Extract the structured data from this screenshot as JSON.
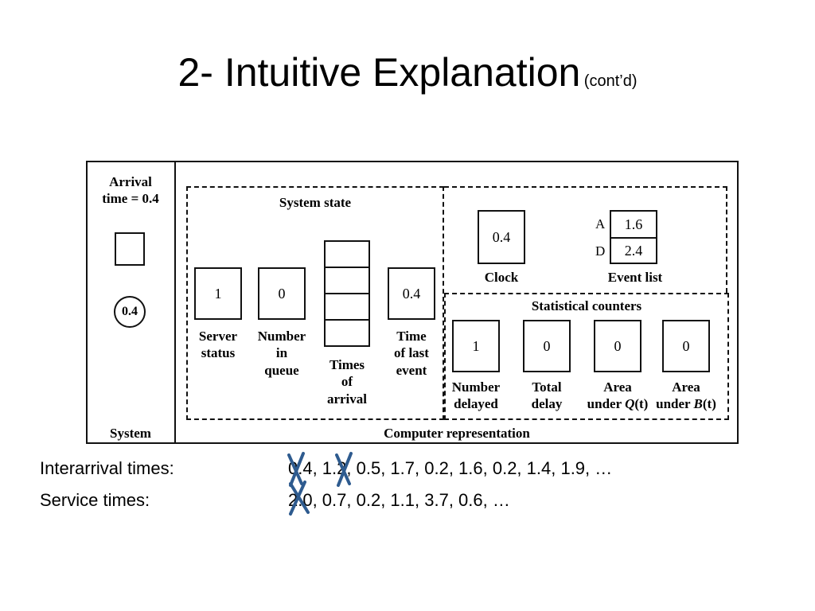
{
  "slide": {
    "title": "2- Intuitive Explanation",
    "subtitle": "(cont’d)"
  },
  "diagram": {
    "system_panel": {
      "arrival_label": "Arrival\ntime = 0.4",
      "customer_circle_value": "0.4",
      "footer": "System"
    },
    "computer_representation": {
      "footer": "Computer representation",
      "system_state": {
        "heading": "System state",
        "server_status": {
          "value": "1",
          "label": "Server\nstatus"
        },
        "number_in_queue": {
          "value": "0",
          "label": "Number\nin\nqueue"
        },
        "times_of_arrival": {
          "label": "Times\nof\narrival"
        },
        "time_of_last_event": {
          "value": "0.4",
          "label": "Time\nof last\nevent"
        }
      },
      "clock": {
        "value": "0.4",
        "label": "Clock"
      },
      "event_list": {
        "label": "Event list",
        "rows": [
          {
            "key": "A",
            "value": "1.6"
          },
          {
            "key": "D",
            "value": "2.4"
          }
        ]
      },
      "statistical_counters": {
        "heading": "Statistical counters",
        "number_delayed": {
          "value": "1",
          "label": "Number\ndelayed"
        },
        "total_delay": {
          "value": "0",
          "label": "Total\ndelay"
        },
        "area_under_q": {
          "value": "0",
          "label_line1": "Area",
          "label_prefix": "under ",
          "label_fn": "Q",
          "label_paren": "(t)"
        },
        "area_under_b": {
          "value": "0",
          "label_line1": "Area",
          "label_prefix": "under ",
          "label_fn": "B",
          "label_paren": "(t)"
        }
      }
    }
  },
  "sequences": {
    "interarrival": {
      "label": "Interarrival times:",
      "values": "0.4, 1.2, 0.5, 1.7, 0.2, 1.6, 0.2, 1.4, 1.9, …"
    },
    "service": {
      "label": "Service times:",
      "values": "2.0, 0.7, 0.2, 1.1, 3.7, 0.6, …"
    }
  },
  "colors": {
    "cross_mark": "#2e5b8f",
    "frame": "#111111"
  }
}
